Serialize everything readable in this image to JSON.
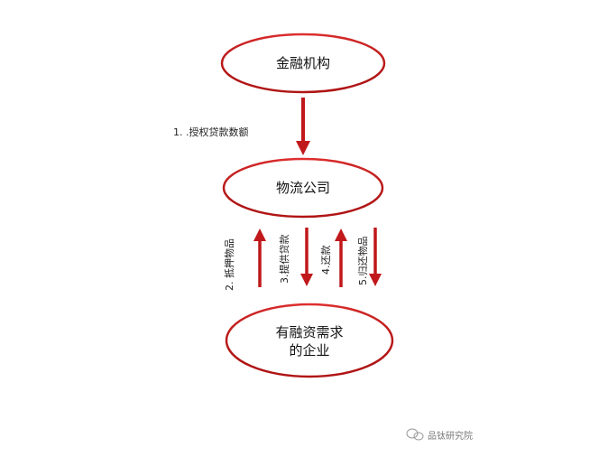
{
  "nodes": {
    "bank": "金融机构",
    "logistics": "物流公司",
    "enterprise_line1": "有融资需求",
    "enterprise_line2": "的企业"
  },
  "edges": {
    "authorize": "1. .授权贷款数额",
    "pledge": "2. 抵押物品",
    "loan": "3.提供贷款",
    "repay": "4.还款",
    "return": "5.归还物品"
  },
  "watermark": "品钛研究院",
  "colors": {
    "arrow": "#c0181b",
    "ellipse": "#d02020"
  }
}
